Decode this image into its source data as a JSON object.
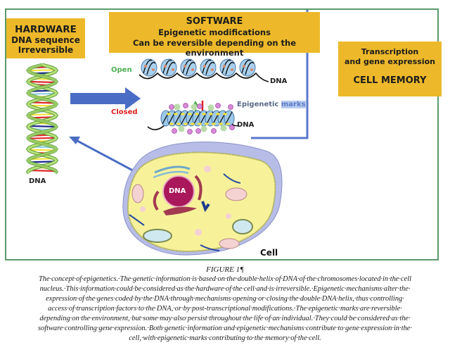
{
  "hardware": {
    "title": "HARDWARE",
    "line1": "DNA sequence",
    "line2": "Irreversible"
  },
  "software": {
    "title": "SOFTWARE",
    "line1": "Epigenetic modifications",
    "line2": "Can be reversible depending on the environment"
  },
  "cell_memory": {
    "line1": "Transcription",
    "line2": "and gene expression",
    "title": "CELL MEMORY"
  },
  "labels": {
    "dna_helix": "DNA",
    "open": "Open",
    "closed": "Closed",
    "dna_open": "DNA",
    "dna_closed": "DNA",
    "epigenetic": "Epigenetic",
    "marks": "marks",
    "nucleus_dna": "DNA",
    "cell": "Cell"
  },
  "colors": {
    "box_fill": "#edb92a",
    "frame": "#5a9a6a",
    "arrow_blue": "#4a6cc4",
    "open_green": "#4caf50",
    "closed_red": "#e02020"
  },
  "caption": {
    "figure_label": "FIGURE 1¶",
    "text": "The·concept·of·epigenetics.·The·genetic·information·is·based·on·the·double·helix·of·DNA·of·the·chromosomes·located·in·the·cell nucleus.·This·information·could·be·considered·as·the·hardware·of·the·cell·and·is·irreversible.·Epigenetic·mechanisms·alter·the· expression·of·the·genes·coded·by·the·DNA·through·mechanisms·opening·or·closing·the·double·DNA·helix,·thus·controlling· access·of·transcription·factors·to·the·DNA,·or·by·post-transcriptional·modifications.·The·epigenetic·marks·are·reversible· depending·on·the·environment,·but·some·may·also·persist·throughout·the·life·of·an·individual.·They·could·be·considered·as·the· software·controlling·gene·expression.·Both·genetic·information·and·epigenetic·mechanisms·contribute·to·gene·expression·in·the· cell,·with·epigenetic·marks·contributing·to·the·memory·of·the·cell."
  }
}
